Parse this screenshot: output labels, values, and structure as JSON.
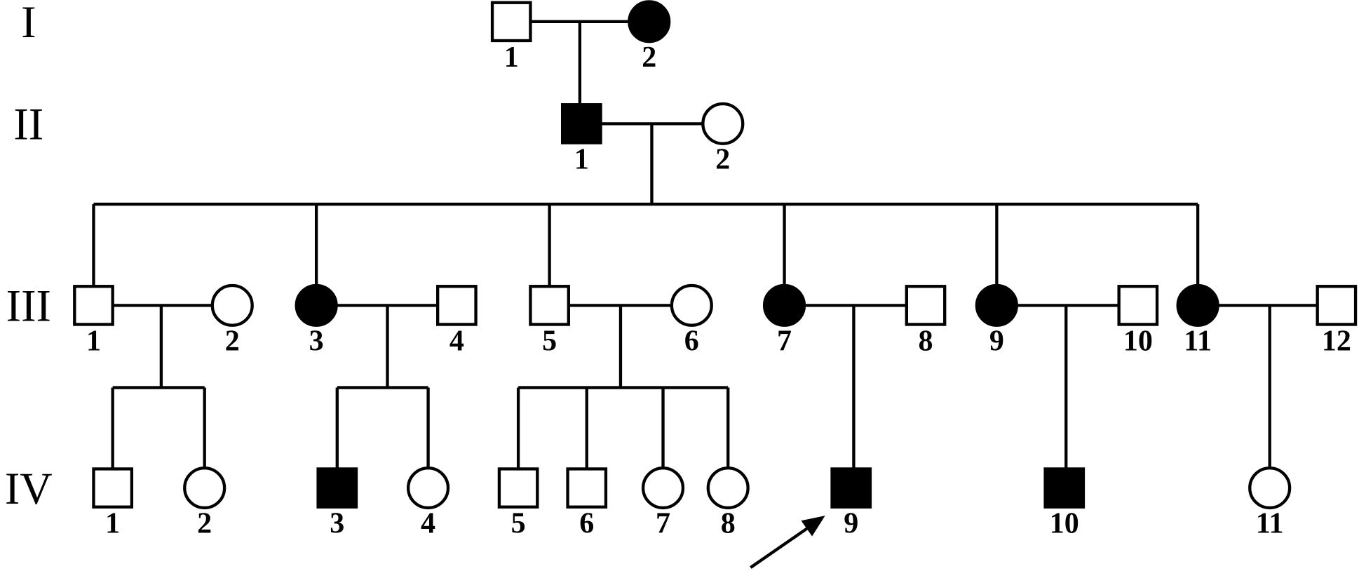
{
  "title": "Pedigree chart",
  "colors": {
    "affected": "#000000",
    "unaffected": "#ffffff",
    "line": "#000000"
  },
  "generations": [
    {
      "id": "I",
      "label": "I"
    },
    {
      "id": "II",
      "label": "II"
    },
    {
      "id": "III",
      "label": "III"
    },
    {
      "id": "IV",
      "label": "IV"
    }
  ],
  "individuals": [
    {
      "id": "I-1",
      "gen": "I",
      "num": "1",
      "sex": "male",
      "affected": false
    },
    {
      "id": "I-2",
      "gen": "I",
      "num": "2",
      "sex": "female",
      "affected": true
    },
    {
      "id": "II-1",
      "gen": "II",
      "num": "1",
      "sex": "male",
      "affected": true
    },
    {
      "id": "II-2",
      "gen": "II",
      "num": "2",
      "sex": "female",
      "affected": false
    },
    {
      "id": "III-1",
      "gen": "III",
      "num": "1",
      "sex": "male",
      "affected": false
    },
    {
      "id": "III-2",
      "gen": "III",
      "num": "2",
      "sex": "female",
      "affected": false
    },
    {
      "id": "III-3",
      "gen": "III",
      "num": "3",
      "sex": "female",
      "affected": true
    },
    {
      "id": "III-4",
      "gen": "III",
      "num": "4",
      "sex": "male",
      "affected": false
    },
    {
      "id": "III-5",
      "gen": "III",
      "num": "5",
      "sex": "male",
      "affected": false
    },
    {
      "id": "III-6",
      "gen": "III",
      "num": "6",
      "sex": "female",
      "affected": false
    },
    {
      "id": "III-7",
      "gen": "III",
      "num": "7",
      "sex": "female",
      "affected": true
    },
    {
      "id": "III-8",
      "gen": "III",
      "num": "8",
      "sex": "male",
      "affected": false
    },
    {
      "id": "III-9",
      "gen": "III",
      "num": "9",
      "sex": "female",
      "affected": true
    },
    {
      "id": "III-10",
      "gen": "III",
      "num": "10",
      "sex": "male",
      "affected": false
    },
    {
      "id": "III-11",
      "gen": "III",
      "num": "11",
      "sex": "female",
      "affected": true
    },
    {
      "id": "III-12",
      "gen": "III",
      "num": "12",
      "sex": "male",
      "affected": false
    },
    {
      "id": "IV-1",
      "gen": "IV",
      "num": "1",
      "sex": "male",
      "affected": false
    },
    {
      "id": "IV-2",
      "gen": "IV",
      "num": "2",
      "sex": "female",
      "affected": false
    },
    {
      "id": "IV-3",
      "gen": "IV",
      "num": "3",
      "sex": "male",
      "affected": true
    },
    {
      "id": "IV-4",
      "gen": "IV",
      "num": "4",
      "sex": "female",
      "affected": false
    },
    {
      "id": "IV-5",
      "gen": "IV",
      "num": "5",
      "sex": "male",
      "affected": false
    },
    {
      "id": "IV-6",
      "gen": "IV",
      "num": "6",
      "sex": "male",
      "affected": false
    },
    {
      "id": "IV-7",
      "gen": "IV",
      "num": "7",
      "sex": "female",
      "affected": false
    },
    {
      "id": "IV-8",
      "gen": "IV",
      "num": "8",
      "sex": "female",
      "affected": false
    },
    {
      "id": "IV-9",
      "gen": "IV",
      "num": "9",
      "sex": "male",
      "affected": true,
      "proband": true
    },
    {
      "id": "IV-10",
      "gen": "IV",
      "num": "10",
      "sex": "male",
      "affected": true
    },
    {
      "id": "IV-11",
      "gen": "IV",
      "num": "11",
      "sex": "female",
      "affected": false
    }
  ],
  "couples": [
    {
      "partners": [
        "I-1",
        "I-2"
      ],
      "children": [
        "II-1"
      ]
    },
    {
      "partners": [
        "II-1",
        "II-2"
      ],
      "children": [
        "III-1",
        "III-3",
        "III-5",
        "III-7",
        "III-9",
        "III-11"
      ]
    },
    {
      "partners": [
        "III-1",
        "III-2"
      ],
      "children": [
        "IV-1",
        "IV-2"
      ]
    },
    {
      "partners": [
        "III-3",
        "III-4"
      ],
      "children": [
        "IV-3",
        "IV-4"
      ]
    },
    {
      "partners": [
        "III-5",
        "III-6"
      ],
      "children": [
        "IV-5",
        "IV-6",
        "IV-7",
        "IV-8"
      ]
    },
    {
      "partners": [
        "III-7",
        "III-8"
      ],
      "children": [
        "IV-9"
      ]
    },
    {
      "partners": [
        "III-9",
        "III-10"
      ],
      "children": [
        "IV-10"
      ]
    },
    {
      "partners": [
        "III-11",
        "III-12"
      ],
      "children": [
        "IV-11"
      ]
    }
  ],
  "proband": "IV-9"
}
